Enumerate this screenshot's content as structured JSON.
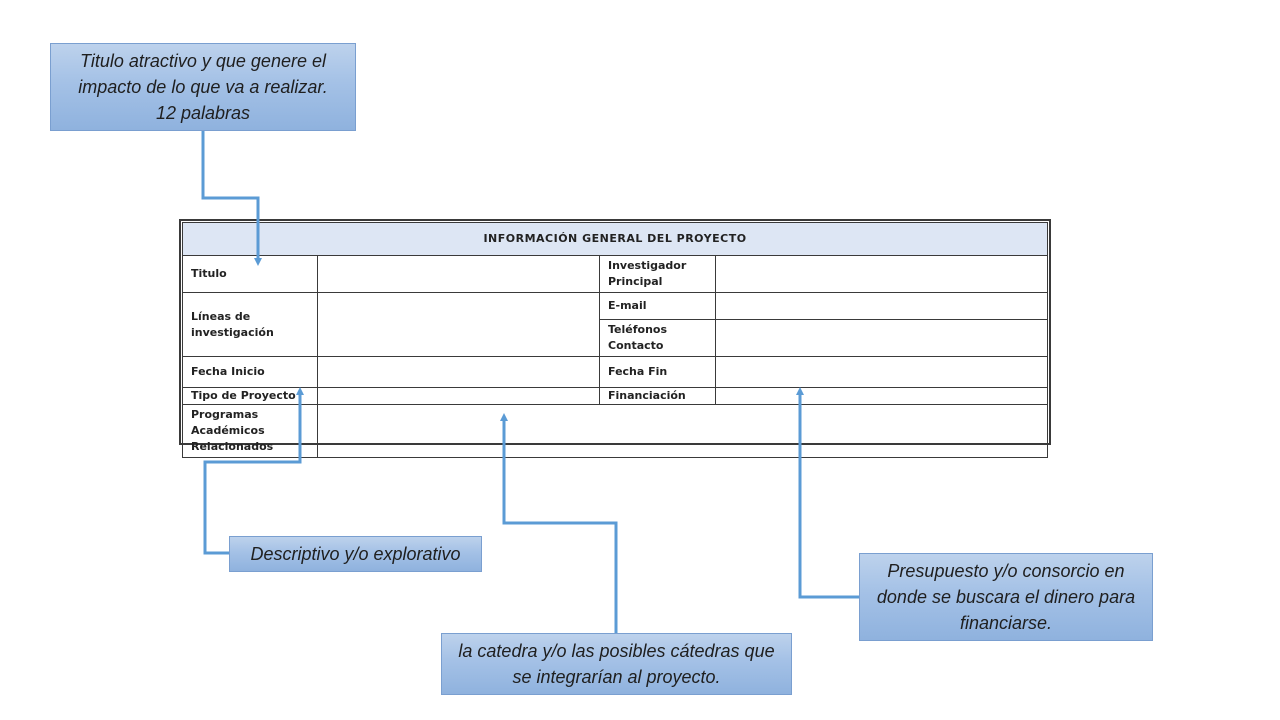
{
  "form": {
    "header": "INFORMACIÓN GENERAL DEL PROYECTO",
    "labels": {
      "titulo": "Titulo",
      "investigador": "Investigador Principal",
      "lineas": "Líneas de investigación",
      "email": "E-mail",
      "telefonos": "Teléfonos Contacto",
      "fecha_inicio": "Fecha Inicio",
      "fecha_fin": "Fecha Fin",
      "tipo": "Tipo de Proyecto",
      "financiacion": "Financiación",
      "programas": "Programas Académicos Relacionados"
    }
  },
  "callouts": {
    "titulo": "Titulo atractivo y que genere el impacto de lo que va a realizar.\n12 palabras",
    "tipo": "Descriptivo y/o explorativo",
    "programas": "la catedra y/o las posibles cátedras que se integrarían al proyecto.",
    "financiacion": "Presupuesto y/o  consorcio en donde se buscara el dinero para financiarse."
  },
  "colors": {
    "arrow": "#5b9bd5",
    "callout_fill": "#a4c1e6",
    "header_fill": "#dde6f4"
  }
}
